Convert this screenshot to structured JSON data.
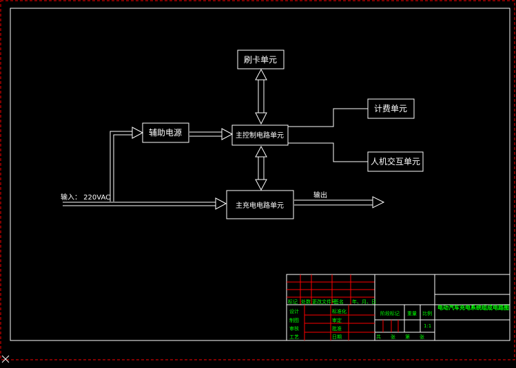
{
  "diagram": {
    "blocks": {
      "card": "刷卡单元",
      "aux_power": "辅助电源",
      "main_control": "主控制电路单元",
      "billing": "计费单元",
      "hmi": "人机交互单元",
      "main_charge": "主充电电路单元"
    },
    "input_label": "输入： 220VAC",
    "output_label": "输出"
  },
  "title_block": {
    "revision_headers": [
      "标记",
      "处数",
      "更改文件号",
      "签名",
      "年、月、日"
    ],
    "role_rows": [
      [
        "设计",
        "",
        "标准化",
        ""
      ],
      [
        "制图",
        "",
        "审定",
        ""
      ],
      [
        "审核",
        "",
        "批准",
        ""
      ],
      [
        "工艺",
        "",
        "日期",
        ""
      ]
    ],
    "stage_label": "阶段标记",
    "weight_label": "重量",
    "scale_label": "比例",
    "scale_value": "1:1",
    "sheet_label": "共　　张　　第　　张",
    "drawing_title": "电动汽车充电系统组成电路图"
  },
  "colors": {
    "background": "#000000",
    "lines": "#ffffff",
    "border_red": "#ff0000",
    "titleblock_red": "#ff0000",
    "titleblock_text": "#00ff00"
  }
}
